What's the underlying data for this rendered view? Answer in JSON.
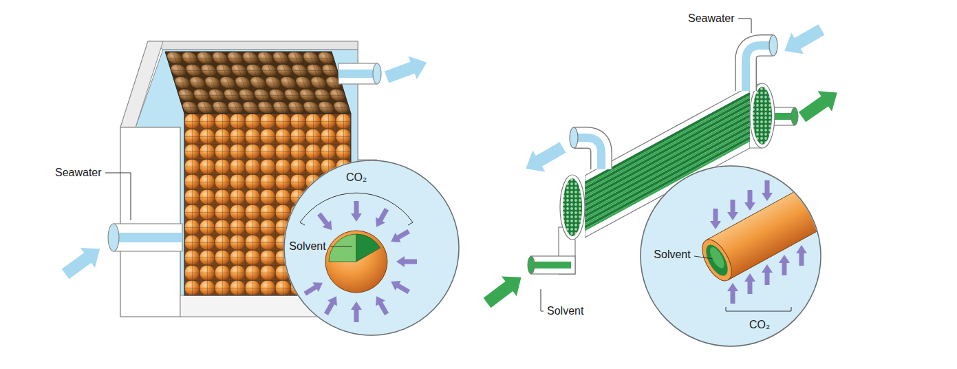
{
  "diagram": {
    "nodes": [
      {
        "text": [
          "CO₂",
          "Solvent"
        ]
      },
      {
        "text": [
          "Solvent",
          "CO₂"
        ]
      }
    ],
    "labels": [
      "Seawater",
      "Seawater",
      "Solvent"
    ]
  }
}
